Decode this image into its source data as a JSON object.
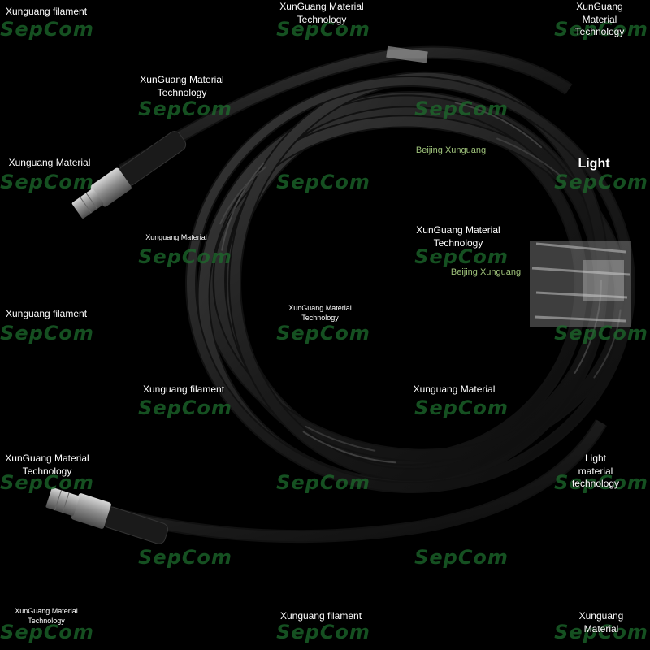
{
  "image": {
    "description_colors": {
      "background": "#000000",
      "cable": "#1a1a1a",
      "watermark_logo": "#1d6b2c",
      "accent_text": "#9ec27a"
    }
  },
  "watermarks": [
    {
      "text": "Xunguang filament",
      "size": "sm"
    },
    {
      "text": "XunGuang Material\nTechnology",
      "size": "sm"
    },
    {
      "text": "XunGuang Material\nTechnology",
      "size": "sm"
    },
    {
      "text": "XunGuang Material\nTechnology",
      "size": "sm"
    },
    {
      "text": "Xunguang Material",
      "size": "sm"
    },
    {
      "text": "Beijing Xunguang",
      "size": "green"
    },
    {
      "text": "Light",
      "size": "lg"
    },
    {
      "text": "Xunguang Material",
      "size": "xs"
    },
    {
      "text": "XunGuang Material\nTechnology",
      "size": "sm"
    },
    {
      "text": "Beijing Xunguang",
      "size": "green"
    },
    {
      "text": "Xunguang filament",
      "size": "sm"
    },
    {
      "text": "XunGuang Material\nTechnology",
      "size": "xs"
    },
    {
      "text": "Xunguang filament",
      "size": "sm"
    },
    {
      "text": "Xunguang Material",
      "size": "sm"
    },
    {
      "text": "XunGuang Material\nTechnology",
      "size": "sm"
    },
    {
      "text": "Light material\ntechnology",
      "size": "sm"
    },
    {
      "text": "XunGuang Material\nTechnology",
      "size": "xs"
    },
    {
      "text": "Xunguang filament",
      "size": "sm"
    },
    {
      "text": "Xunguang Material",
      "size": "sm"
    }
  ],
  "logo_text": "SepCom"
}
